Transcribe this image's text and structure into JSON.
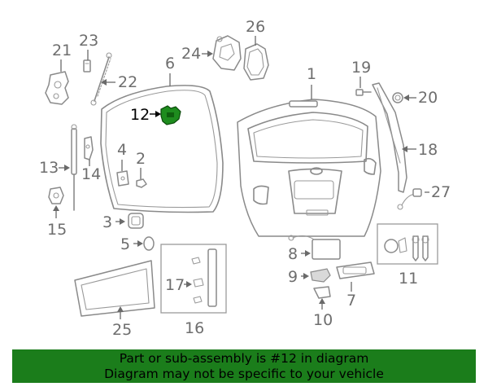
{
  "diagram": {
    "highlight_color": "#1e8c1e",
    "callouts": {
      "c1": "1",
      "c2": "2",
      "c3": "3",
      "c4": "4",
      "c5": "5",
      "c6": "6",
      "c7": "7",
      "c8": "8",
      "c9": "9",
      "c10": "10",
      "c11": "11",
      "c12": "12",
      "c13": "13",
      "c14": "14",
      "c15": "15",
      "c16": "16",
      "c17": "17",
      "c18": "18",
      "c19": "19",
      "c20": "20",
      "c21": "21",
      "c22": "22",
      "c23": "23",
      "c24": "24",
      "c25": "25",
      "c26": "26",
      "c27": "27"
    }
  },
  "banner": {
    "background": "#1b7d1b",
    "line1": "Part or sub-assembly is #12 in diagram",
    "line2": "Diagram may not be specific to your vehicle"
  }
}
